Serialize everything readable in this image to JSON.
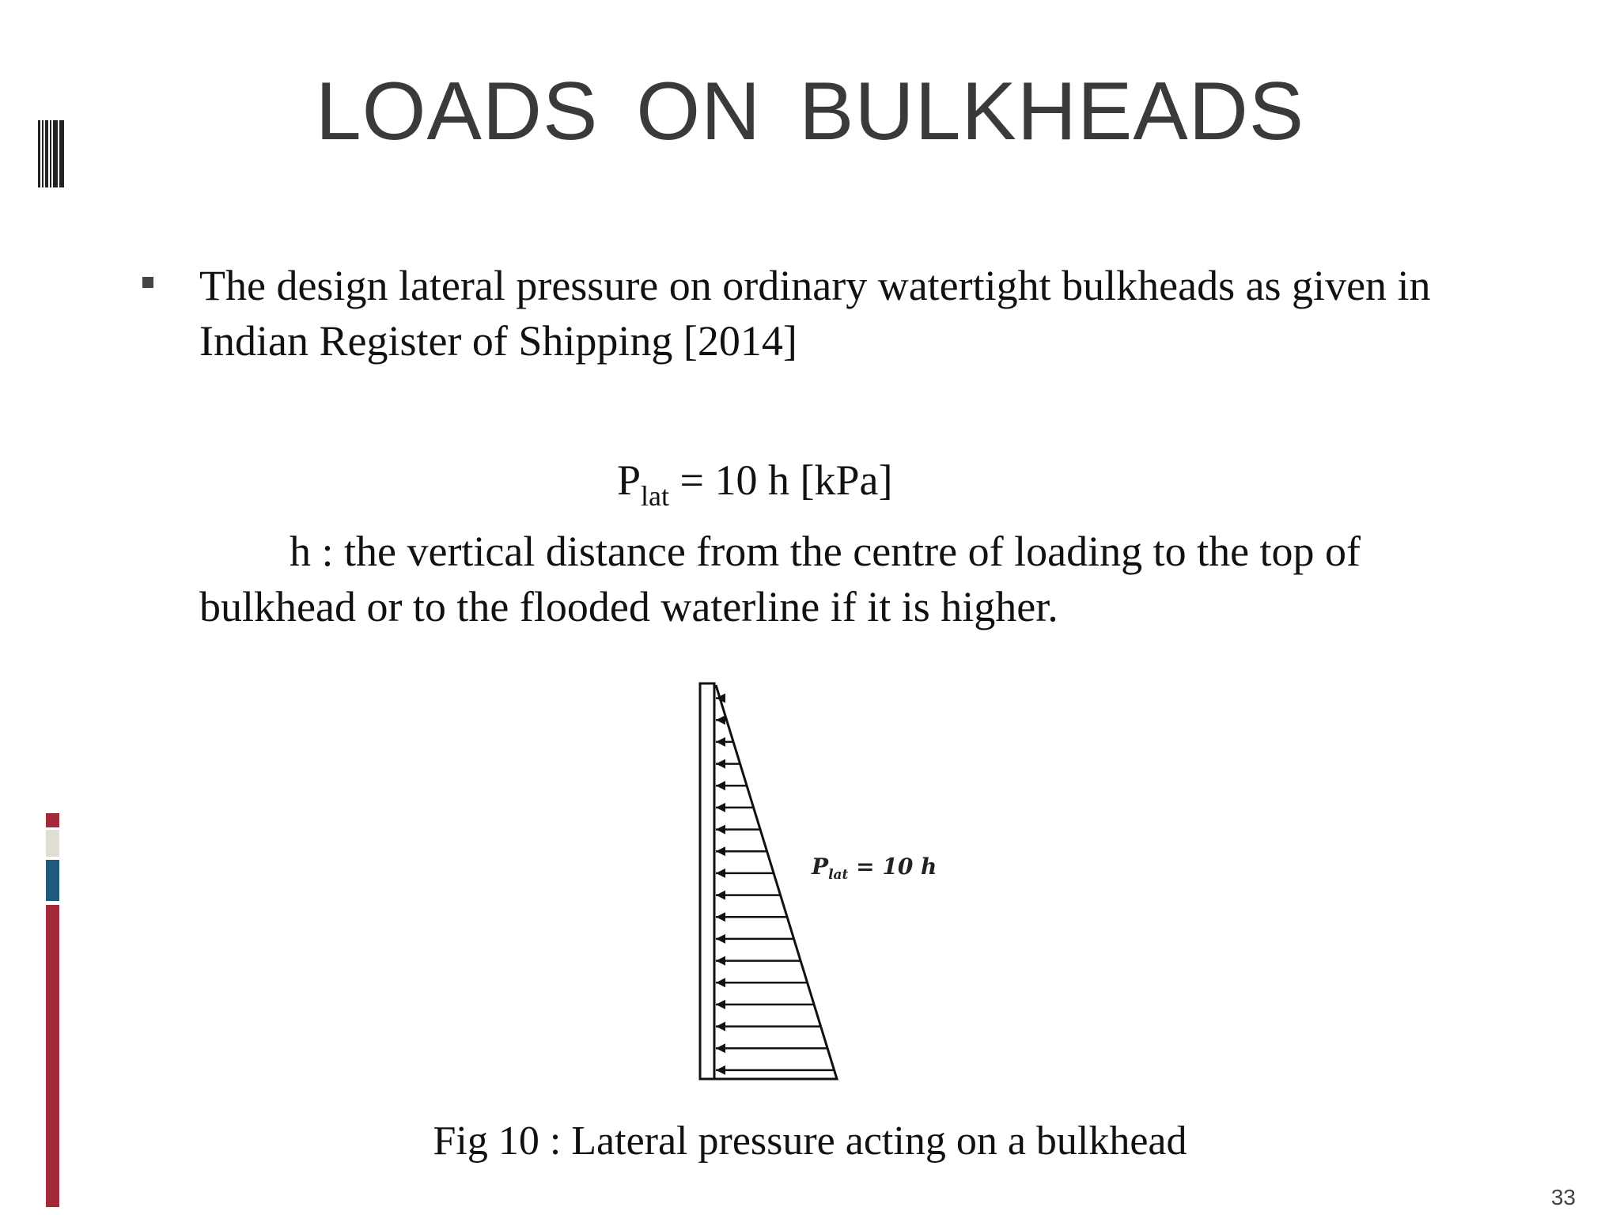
{
  "slide": {
    "title": "LOADS  ON  BULKHEADS",
    "bullet_text": "The design lateral pressure on ordinary watertight bulkheads as given in Indian Register of Shipping [2014]",
    "formula": {
      "symbol": "P",
      "subscript": "lat",
      "expression": " = 10 h [kPa]"
    },
    "definition": "h : the vertical distance from the centre of loading to the top of bulkhead or to  the  flooded waterline if it is higher.",
    "diagram_label": "P",
    "diagram_label_subscript": "lat",
    "diagram_label_expression": " = 10 h",
    "caption": "Fig 10 : Lateral pressure acting on a bulkhead",
    "page_number": "33"
  },
  "colors": {
    "accent_red": "#a32a3a",
    "accent_beige": "#e0ddd5",
    "accent_blue": "#1f5a7a",
    "title_gray": "#3a3a3a"
  },
  "icons": {
    "barcode": "barcode-decoration-icon",
    "bullet": "square-bullet-icon"
  }
}
